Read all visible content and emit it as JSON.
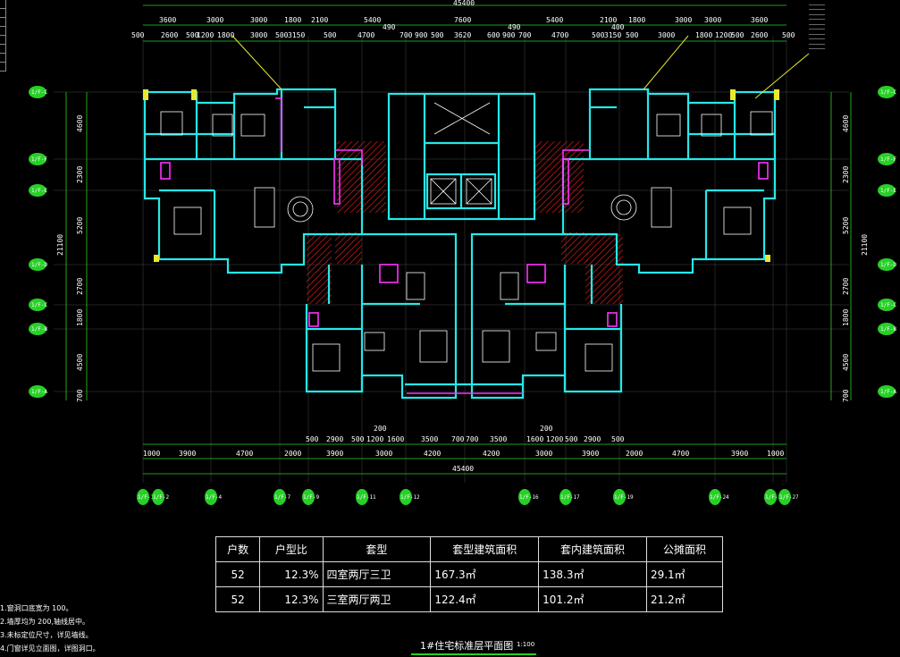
{
  "drawing": {
    "title": "1#住宅标准层平面图",
    "scale": "1:100",
    "overall_dim": "45400",
    "side_dim": "21100",
    "top_dims_row1": [
      "3600",
      "3000",
      "3000",
      "1800",
      "2100",
      "5400",
      "7600",
      "5400",
      "2100",
      "1800",
      "3000",
      "3000",
      "3600"
    ],
    "top_dims_row2": [
      "500",
      "2600",
      "500",
      "1200",
      "1800",
      "3000",
      "500",
      "3150",
      "500",
      "4700",
      "700",
      "900",
      "500",
      "3620",
      "600",
      "900",
      "700",
      "4700",
      "500",
      "3150",
      "500",
      "3000",
      "1800",
      "1200",
      "500",
      "2600",
      "500"
    ],
    "top_small": [
      "490",
      "490",
      "400"
    ],
    "left_dims": [
      "4600",
      "2300",
      "5200",
      "2700",
      "1800",
      "4500",
      "700"
    ],
    "right_dims": [
      "4600",
      "2300",
      "5200",
      "2700",
      "1800",
      "4500",
      "700"
    ],
    "bottom_dims_row1": [
      "500",
      "2900",
      "500",
      "1200",
      "1600",
      "3500",
      "700",
      "700",
      "3500",
      "1600",
      "1200",
      "500",
      "2900",
      "500"
    ],
    "bottom_dims_row2": [
      "1000",
      "3900",
      "4700",
      "2000",
      "3900",
      "3000",
      "4200",
      "4200",
      "3000",
      "3900",
      "2000",
      "4700",
      "3900",
      "1000"
    ],
    "bottom_small": [
      "200",
      "200"
    ],
    "left_axes": [
      "1/F-C",
      "1/F-F",
      "1/F-E",
      "1/F-D",
      "1/F-C",
      "1/F-B",
      "1/F-A"
    ],
    "right_axes": [
      "1/F-C",
      "1/F-F",
      "1/F-E",
      "1/F-D",
      "1/F-C",
      "1/F-B",
      "1/F-A"
    ],
    "bottom_axes": [
      "1/F-1",
      "1/F-2",
      "1/F-4",
      "1/F-7",
      "1/F-9",
      "1/F-11",
      "1/F-12",
      "1/F-16",
      "1/F-17",
      "1/F-19",
      "1/F-24",
      "1/F-26",
      "1/F-27"
    ]
  },
  "table": {
    "headers": [
      "户数",
      "户型比",
      "套型",
      "套型建筑面积",
      "套内建筑面积",
      "公摊面积"
    ],
    "rows": [
      [
        "52",
        "12.3%",
        "四室两厅三卫",
        "167.3㎡",
        "138.3㎡",
        "29.1㎡"
      ],
      [
        "52",
        "12.3%",
        "三室两厅两卫",
        "122.4㎡",
        "101.2㎡",
        "21.2㎡"
      ]
    ]
  },
  "notes": [
    "1.窗洞口底宽为 100。",
    "2.墙厚均为 200,轴线居中。",
    "3.未标定位尺寸，详见墙线。",
    "4.门窗详见立面图，详图洞口。"
  ],
  "colors": {
    "wall": "#26e8e8",
    "dim": "#27d027",
    "hatch": "#d01818",
    "furniture": "#ffffff",
    "axis_bubble": "#27d027",
    "magenta": "#ff33ff",
    "yellow": "#e8e830"
  }
}
